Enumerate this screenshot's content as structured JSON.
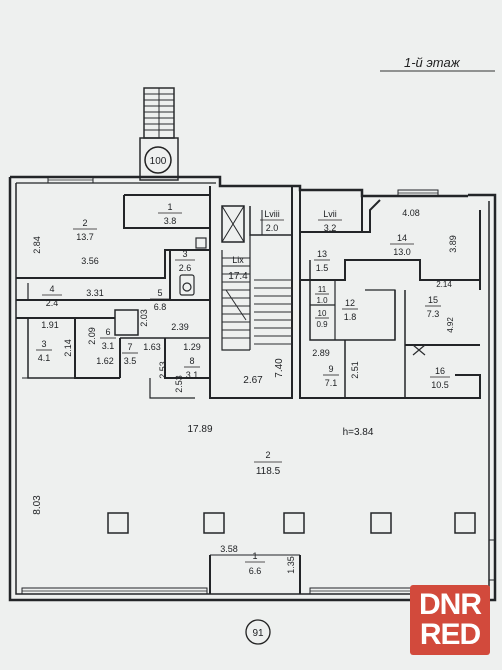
{
  "floor_title": "1-й этаж",
  "stair_marker": "100",
  "page_marker": "91",
  "watermark": {
    "line1": "DNR",
    "line2": "RED",
    "color": "#d24a3c"
  },
  "rooms": {
    "r2a": {
      "num": "2",
      "area": "13.7"
    },
    "r1": {
      "num": "1",
      "area": "3.8"
    },
    "r3": {
      "num": "3",
      "area": "2.6"
    },
    "r4": {
      "num": "4",
      "area": "2.4"
    },
    "r5": {
      "num": "5",
      "area": "6.8"
    },
    "r3b": {
      "num": "3",
      "area": "4.1"
    },
    "r6": {
      "num": "6",
      "area": "3.1"
    },
    "r7": {
      "num": "7",
      "area": "3.5"
    },
    "r8": {
      "num": "8",
      "area": "3.1"
    },
    "lix": {
      "num": "Lix",
      "area": "17.4"
    },
    "lviii": {
      "num": "Lviii",
      "area": "2.0"
    },
    "lvii": {
      "num": "Lvii",
      "area": "3.2"
    },
    "r14": {
      "num": "14",
      "area": "13.0"
    },
    "r13": {
      "num": "13",
      "area": "1.5"
    },
    "r11": {
      "num": "11",
      "area": "1.0"
    },
    "r10": {
      "num": "10",
      "area": "0.9"
    },
    "r12": {
      "num": "12",
      "area": "1.8"
    },
    "r15": {
      "num": "15",
      "area": "7.3"
    },
    "r9": {
      "num": "9",
      "area": "7.1"
    },
    "r16": {
      "num": "16",
      "area": "10.5"
    },
    "hall": {
      "num": "2",
      "area": "118.5"
    },
    "entry": {
      "num": "1",
      "area": "6.6"
    }
  },
  "dims": {
    "d284": "2.84",
    "d356": "3.56",
    "d331": "3.31",
    "d191": "1.91",
    "d214": "2.14",
    "d209": "2.09",
    "d203": "2.03",
    "d239": "2.39",
    "d162": "1.62",
    "d163": "1.63",
    "d129": "1.29",
    "d253a": "2.53",
    "d253b": "2.53",
    "d267": "2.67",
    "d740": "7.40",
    "d289": "2.89",
    "d251": "2.51",
    "d408": "4.08",
    "d389": "3.89",
    "d214b": "2.14",
    "d492": "4.92",
    "d1789": "17.89",
    "h384": "h=3.84",
    "d803": "8.03",
    "d358": "3.58",
    "d135": "1.35"
  }
}
